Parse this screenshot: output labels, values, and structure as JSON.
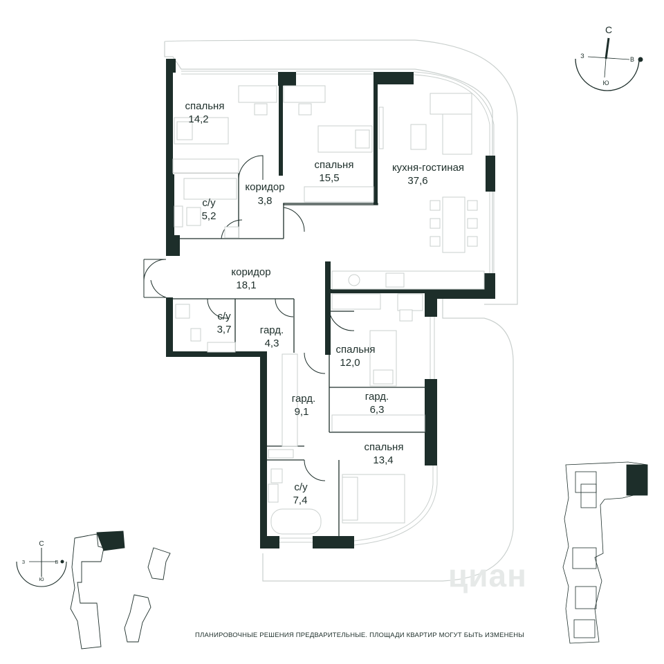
{
  "rooms": [
    {
      "id": "bedroom-1",
      "name": "спальня",
      "area": "14,2"
    },
    {
      "id": "bedroom-2",
      "name": "спальня",
      "area": "15,5"
    },
    {
      "id": "kitchen-living",
      "name": "кухня-гостиная",
      "area": "37,6"
    },
    {
      "id": "corridor-small",
      "name": "коридор",
      "area": "3,8"
    },
    {
      "id": "bathroom-1",
      "name": "с/у",
      "area": "5,2"
    },
    {
      "id": "corridor-main",
      "name": "коридор",
      "area": "18,1"
    },
    {
      "id": "bathroom-2",
      "name": "с/у",
      "area": "3,7"
    },
    {
      "id": "wardrobe-1",
      "name": "гард.",
      "area": "4,3"
    },
    {
      "id": "bedroom-3",
      "name": "спальня",
      "area": "12,0"
    },
    {
      "id": "wardrobe-2",
      "name": "гард.",
      "area": "9,1"
    },
    {
      "id": "wardrobe-3",
      "name": "гард.",
      "area": "6,3"
    },
    {
      "id": "bedroom-4",
      "name": "спальня",
      "area": "13,4"
    },
    {
      "id": "bathroom-3",
      "name": "с/у",
      "area": "7,4"
    }
  ],
  "compass_large": {
    "north": "С",
    "south": "Ю",
    "west": "З",
    "east": "В"
  },
  "compass_small": {
    "north": "С",
    "south": "Ю",
    "west": "З",
    "east": "В"
  },
  "disclaimer": "ПЛАНИРОВОЧНЫЕ РЕШЕНИЯ ПРЕДВАРИТЕЛЬНЫЕ. ПЛОЩАДИ КВАРТИР МОГУТ БЫТЬ ИЗМЕНЕНЫ",
  "watermark": "циан",
  "colors": {
    "wall": "#1d2e2a",
    "furniture": "#c9cfcd",
    "highlight": "#1d2e2a"
  }
}
